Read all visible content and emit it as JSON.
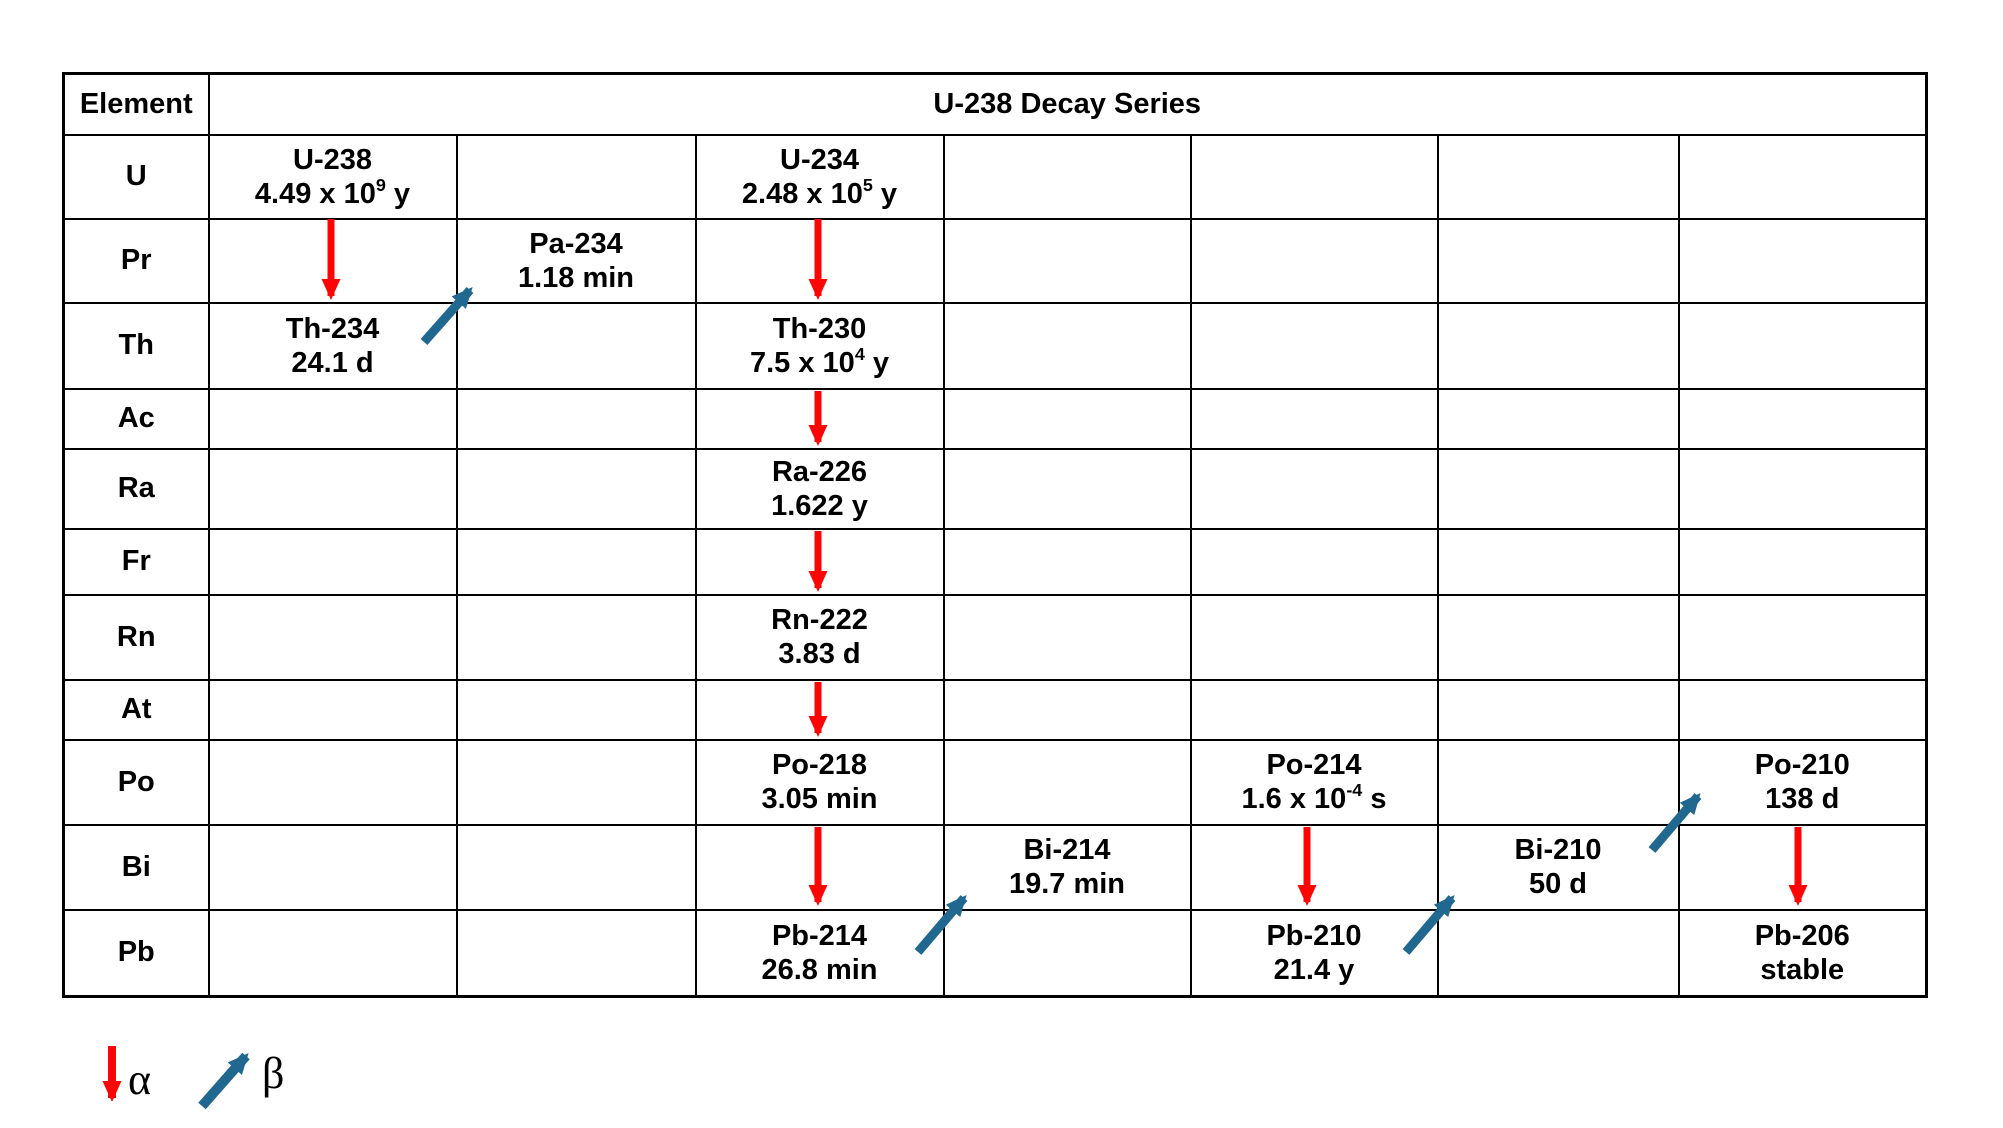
{
  "title": "U-238 Decay Series",
  "corner_label": "Element",
  "row_labels": [
    "U",
    "Pr",
    "Th",
    "Ac",
    "Ra",
    "Fr",
    "Rn",
    "At",
    "Po",
    "Bi",
    "Pb"
  ],
  "isotopes": {
    "u238": {
      "name": "U-238",
      "hl_pre": "4.49 x 10",
      "hl_sup": "9",
      "hl_post": " y"
    },
    "u234": {
      "name": "U-234",
      "hl_pre": "2.48 x 10",
      "hl_sup": "5",
      "hl_post": " y"
    },
    "pa234": {
      "name": "Pa-234",
      "hl_pre": "1.18 min",
      "hl_sup": "",
      "hl_post": ""
    },
    "th234": {
      "name": "Th-234",
      "hl_pre": "24.1 d",
      "hl_sup": "",
      "hl_post": ""
    },
    "th230": {
      "name": "Th-230",
      "hl_pre": "7.5 x 10",
      "hl_sup": "4",
      "hl_post": " y"
    },
    "ra226": {
      "name": "Ra-226",
      "hl_pre": "1.622 y",
      "hl_sup": "",
      "hl_post": ""
    },
    "rn222": {
      "name": "Rn-222",
      "hl_pre": "3.83 d",
      "hl_sup": "",
      "hl_post": ""
    },
    "po218": {
      "name": "Po-218",
      "hl_pre": "3.05 min",
      "hl_sup": "",
      "hl_post": ""
    },
    "bi214": {
      "name": "Bi-214",
      "hl_pre": "19.7 min",
      "hl_sup": "",
      "hl_post": ""
    },
    "pb214": {
      "name": "Pb-214",
      "hl_pre": "26.8 min",
      "hl_sup": "",
      "hl_post": ""
    },
    "po214": {
      "name": "Po-214",
      "hl_pre": "1.6 x 10",
      "hl_sup": "-4",
      "hl_post": " s"
    },
    "pb210": {
      "name": "Pb-210",
      "hl_pre": "21.4 y",
      "hl_sup": "",
      "hl_post": ""
    },
    "bi210": {
      "name": "Bi-210",
      "hl_pre": "50 d",
      "hl_sup": "",
      "hl_post": ""
    },
    "po210": {
      "name": "Po-210",
      "hl_pre": "138 d",
      "hl_sup": "",
      "hl_post": ""
    },
    "pb206": {
      "name": "Pb-206",
      "hl_pre": "stable",
      "hl_sup": "",
      "hl_post": ""
    }
  },
  "transitions": {
    "alpha": [
      {
        "from": "U-238",
        "to": "Th-234"
      },
      {
        "from": "U-234",
        "to": "Th-230"
      },
      {
        "from": "Th-230",
        "to": "Ra-226"
      },
      {
        "from": "Ra-226",
        "to": "Rn-222"
      },
      {
        "from": "Rn-222",
        "to": "Po-218"
      },
      {
        "from": "Po-218",
        "to": "Pb-214"
      },
      {
        "from": "Po-214",
        "to": "Pb-210"
      },
      {
        "from": "Po-210",
        "to": "Pb-206"
      }
    ],
    "beta": [
      {
        "from": "Th-234",
        "to": "Pa-234"
      },
      {
        "from": "Pb-214",
        "to": "Bi-214"
      },
      {
        "from": "Pb-210",
        "to": "Bi-210"
      },
      {
        "from": "Bi-210",
        "to": "Po-210"
      }
    ]
  },
  "legend": {
    "alpha": "α",
    "beta": "β"
  },
  "colors": {
    "alpha_arrow": "#fe0505",
    "beta_arrow": "#20688f",
    "border": "#000000",
    "text": "#000000",
    "background": "#ffffff"
  }
}
